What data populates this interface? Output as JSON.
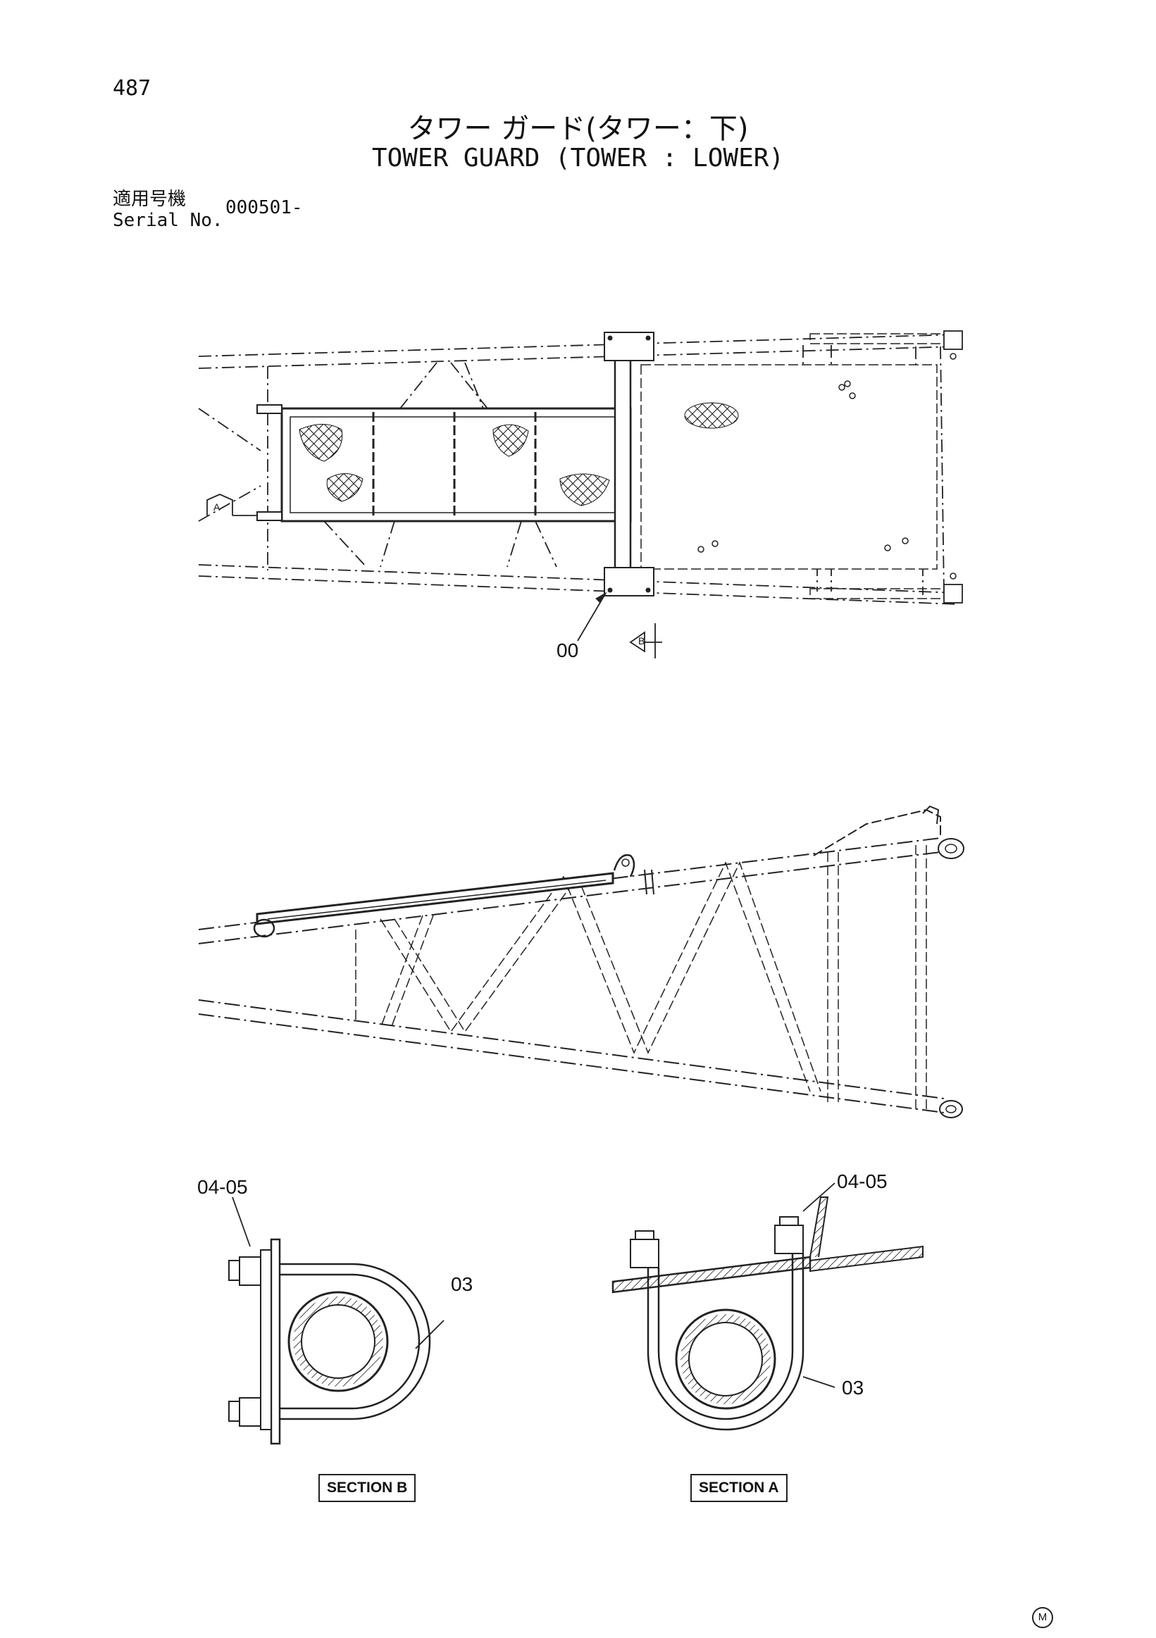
{
  "header": {
    "page_number": "487",
    "title_jp": "タワー ガード(タワー：下)",
    "title_en": "TOWER GUARD (TOWER : LOWER)",
    "serial_label_jp": "適用号機",
    "serial_label_en": "Serial No.",
    "serial_value": "000501-"
  },
  "callouts": {
    "top_view_part": "00",
    "view_arrow_a": "A",
    "view_arrow_b": "B",
    "section_b_bolt": "04-05",
    "section_b_ubolt": "03",
    "section_a_bolt": "04-05",
    "section_a_ubolt": "03"
  },
  "sections": {
    "b": "SECTION B",
    "a": "SECTION A"
  },
  "footer": {
    "mark": "M"
  }
}
